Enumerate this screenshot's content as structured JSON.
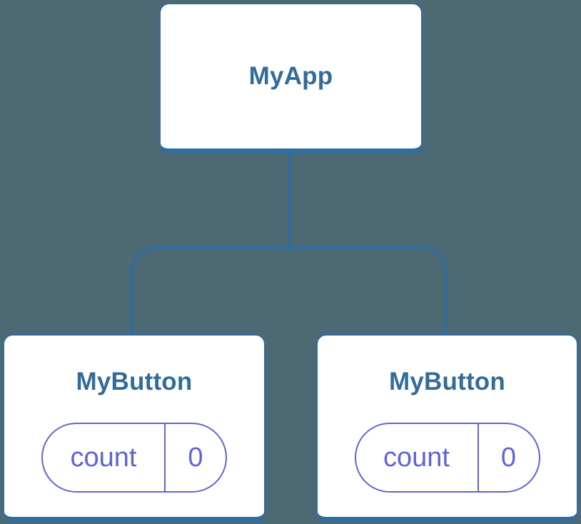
{
  "diagram": {
    "colors": {
      "background": "#4d6973",
      "connector_blue": "#2f6da0",
      "title_text": "#336c99",
      "state_purple": "#5f64d6",
      "card_background": "#ffffff"
    },
    "root": {
      "label": "MyApp"
    },
    "children": [
      {
        "label": "MyButton",
        "state": {
          "key": "count",
          "value": "0"
        }
      },
      {
        "label": "MyButton",
        "state": {
          "key": "count",
          "value": "0"
        }
      }
    ]
  }
}
